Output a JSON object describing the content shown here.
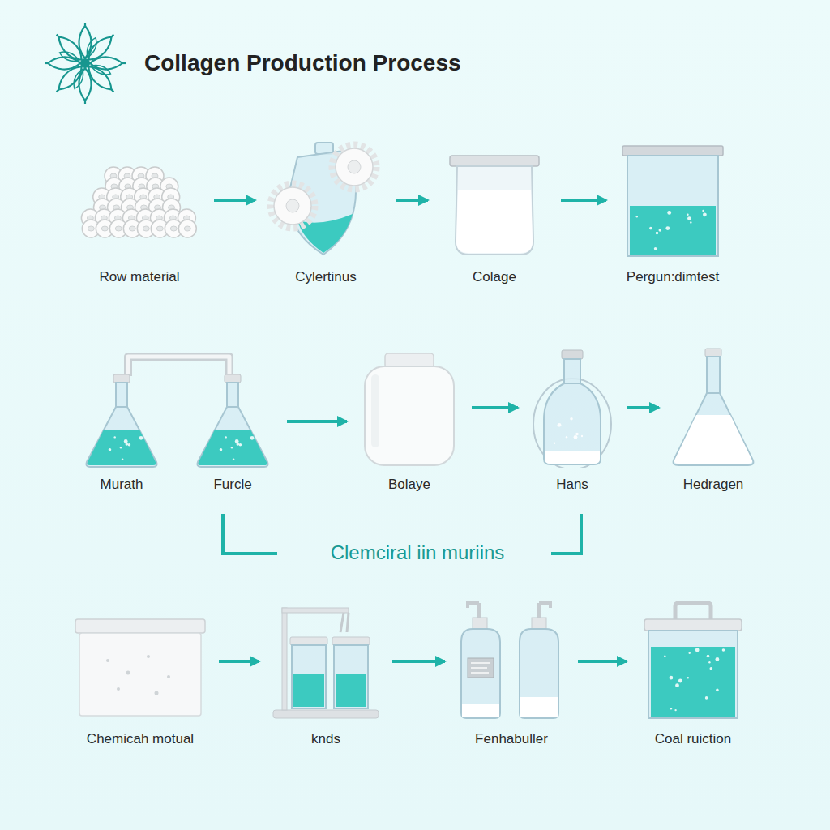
{
  "diagram": {
    "title": "Collagen Production Process",
    "nodes": [
      {
        "text": [
          "Row material"
        ]
      },
      {
        "text": [
          "Cylertinus"
        ]
      },
      {
        "text": [
          "Colage"
        ]
      },
      {
        "text": [
          "Pergun:dimtest"
        ]
      },
      {
        "text": [
          "Murath"
        ]
      },
      {
        "text": [
          "Furcle"
        ]
      },
      {
        "text": [
          "Bolaye"
        ]
      },
      {
        "text": [
          "Hans"
        ]
      },
      {
        "text": [
          "Hedragen"
        ]
      },
      {
        "text": [
          "Chemicah motual"
        ]
      },
      {
        "text": [
          "knds"
        ]
      },
      {
        "text": [
          "Fenhabuller"
        ]
      },
      {
        "text": [
          "Coal ruiction"
        ]
      }
    ],
    "edges": [
      {
        "from": 0,
        "to": 1,
        "arrow": "to"
      },
      {
        "from": 1,
        "to": 2,
        "arrow": "to"
      },
      {
        "from": 2,
        "to": 3,
        "arrow": "to"
      },
      {
        "from": 4,
        "to": 5,
        "arrow": "none"
      },
      {
        "from": 5,
        "to": 6,
        "arrow": "to"
      },
      {
        "from": 6,
        "to": 7,
        "arrow": "to"
      },
      {
        "from": 7,
        "to": 8,
        "arrow": "to"
      },
      {
        "from": 9,
        "to": 10,
        "arrow": "to"
      },
      {
        "from": 10,
        "to": 11,
        "arrow": "to"
      },
      {
        "from": 11,
        "to": 12,
        "arrow": "to"
      }
    ],
    "labels": [
      "Clemciral iin muriins"
    ]
  }
}
